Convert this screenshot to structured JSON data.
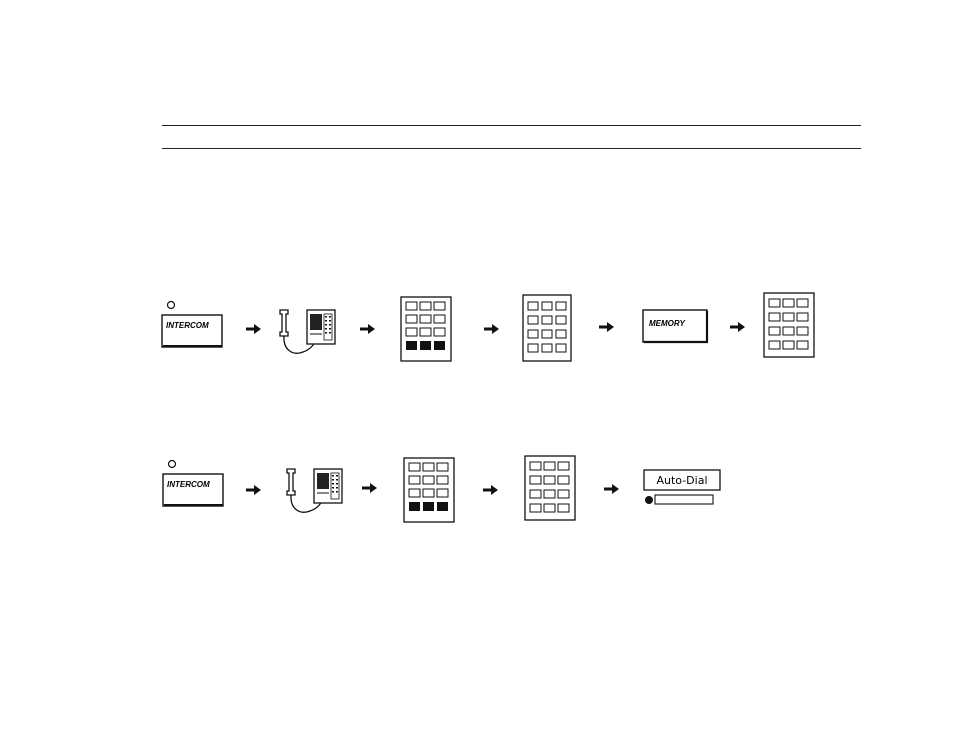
{
  "sequence_1": {
    "intercom_label": "INTERCOM",
    "memory_label": "MEMORY"
  },
  "sequence_2": {
    "intercom_label": "INTERCOM",
    "autodial_label": "Auto-Dial"
  },
  "icons": {
    "arrow": "right-arrow-icon",
    "handset": "telephone-handset-icon",
    "keypad": "dial-keypad-icon"
  }
}
